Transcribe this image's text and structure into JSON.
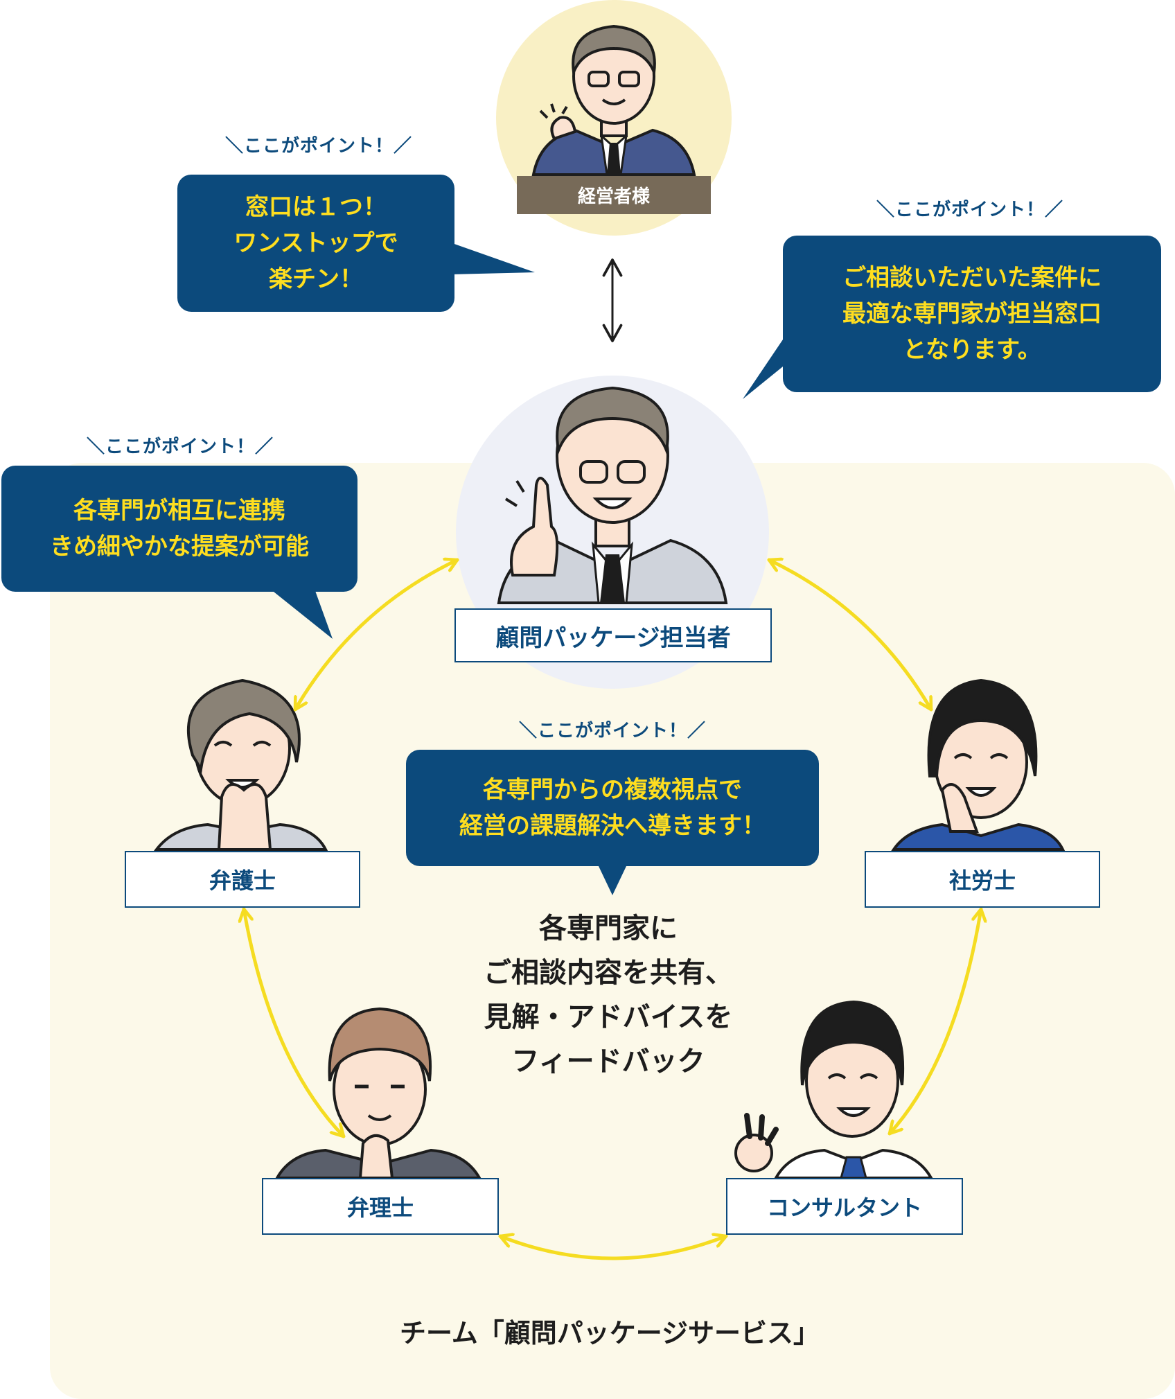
{
  "colors": {
    "navy": "#0c4a7c",
    "yellow_text": "#ffde1f",
    "arrow_yellow": "#f5dc21",
    "team_background": "#fcf9e9",
    "ceo_label_bg": "#776a58"
  },
  "ceo": {
    "label": "経営者様",
    "icon": "ceo-illustration"
  },
  "manager": {
    "label": "顧問パッケージ担当者",
    "icon": "manager-illustration"
  },
  "points": {
    "top_left": {
      "header": "＼ここがポイント！／",
      "lines": [
        "窓口は１つ！",
        "ワンストップで",
        "楽チン！"
      ]
    },
    "top_right": {
      "header": "＼ここがポイント！／",
      "lines": [
        "ご相談いただいた案件に",
        "最適な専門家が担当窓口",
        "となります。"
      ]
    },
    "mid_left": {
      "header": "＼ここがポイント！／",
      "lines": [
        "各専門が相互に連携",
        "きめ細やかな提案が可能"
      ]
    },
    "center": {
      "header": "＼ここがポイント！／",
      "lines": [
        "各専門からの複数視点で",
        "経営の課題解決へ導きます！"
      ]
    }
  },
  "experts": {
    "lawyer": "弁護士",
    "labor_consultant": "社労士",
    "patent_attorney": "弁理士",
    "consultant": "コンサルタント"
  },
  "center_text": [
    "各専門家に",
    "ご相談内容を共有、",
    "見解・アドバイスを",
    "フィードバック"
  ],
  "team_title": "チーム「顧問パッケージサービス」"
}
